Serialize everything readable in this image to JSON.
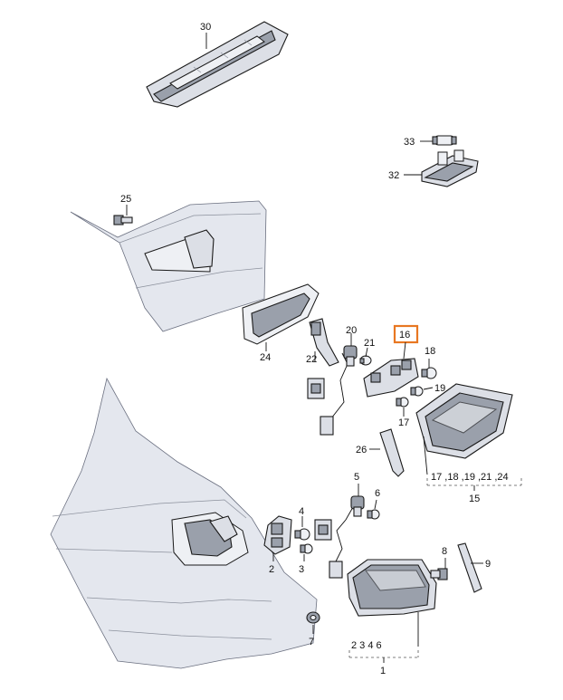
{
  "labels": {
    "l30": "30",
    "l33": "33",
    "l32": "32",
    "l25": "25",
    "l24": "24",
    "l22": "22",
    "l20": "20",
    "l21": "21",
    "l16": "16",
    "l18": "18",
    "l19": "19",
    "l17": "17",
    "l26": "26",
    "l15_group": "17 ,18 ,19 ,21 ,24",
    "l15": "15",
    "l5": "5",
    "l6": "6",
    "l4": "4",
    "l2": "2",
    "l3": "3",
    "l8": "8",
    "l9": "9",
    "l7": "7",
    "l1_group": "2 3 4 6",
    "l1": "1"
  },
  "colors": {
    "highlight": "#e87722"
  }
}
